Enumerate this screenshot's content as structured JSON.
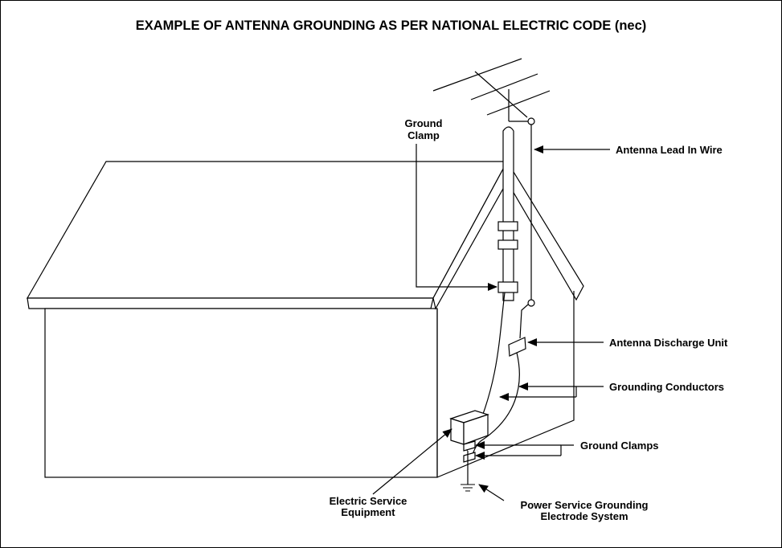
{
  "title": "EXAMPLE OF ANTENNA GROUNDING AS PER NATIONAL ELECTRIC CODE (nec)",
  "labels": {
    "ground_clamp_line1": "Ground",
    "ground_clamp_line2": "Clamp",
    "antenna_lead_in_wire": "Antenna Lead In Wire",
    "antenna_discharge_unit": "Antenna Discharge Unit",
    "grounding_conductors": "Grounding Conductors",
    "ground_clamps": "Ground Clamps",
    "electric_service_line1": "Electric Service",
    "electric_service_line2": "Equipment",
    "power_service_line1": "Power Service Grounding",
    "power_service_line2": "Electrode System"
  }
}
